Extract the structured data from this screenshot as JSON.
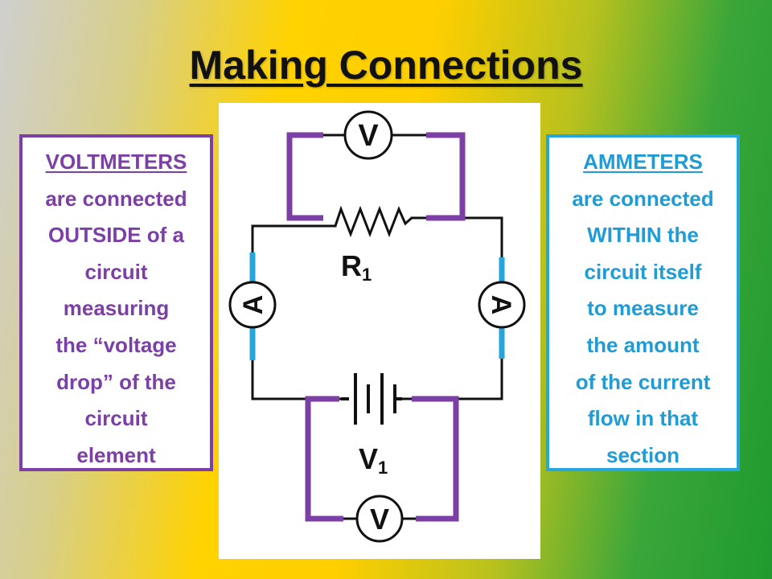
{
  "title": "Making Connections",
  "voltmeter_box": {
    "lines": [
      "VOLTMETERS",
      "are connected",
      "OUTSIDE of a",
      "circuit",
      "measuring",
      "the “voltage",
      "drop” of the",
      "circuit",
      "element"
    ]
  },
  "ammeter_box": {
    "lines": [
      "AMMETERS",
      "are connected",
      "WITHIN the",
      "circuit itself",
      "to measure",
      "the amount",
      "of the current",
      "flow in that",
      "section"
    ]
  },
  "diagram": {
    "resistor_label": "R",
    "resistor_subscript": "1",
    "battery_label": "V",
    "battery_subscript": "1",
    "voltmeter_symbol": "V",
    "ammeter_symbol": "A"
  },
  "colors": {
    "voltmeter_purple": "#7b3fa6",
    "ammeter_blue": "#27a6de",
    "wire": "#111111"
  }
}
